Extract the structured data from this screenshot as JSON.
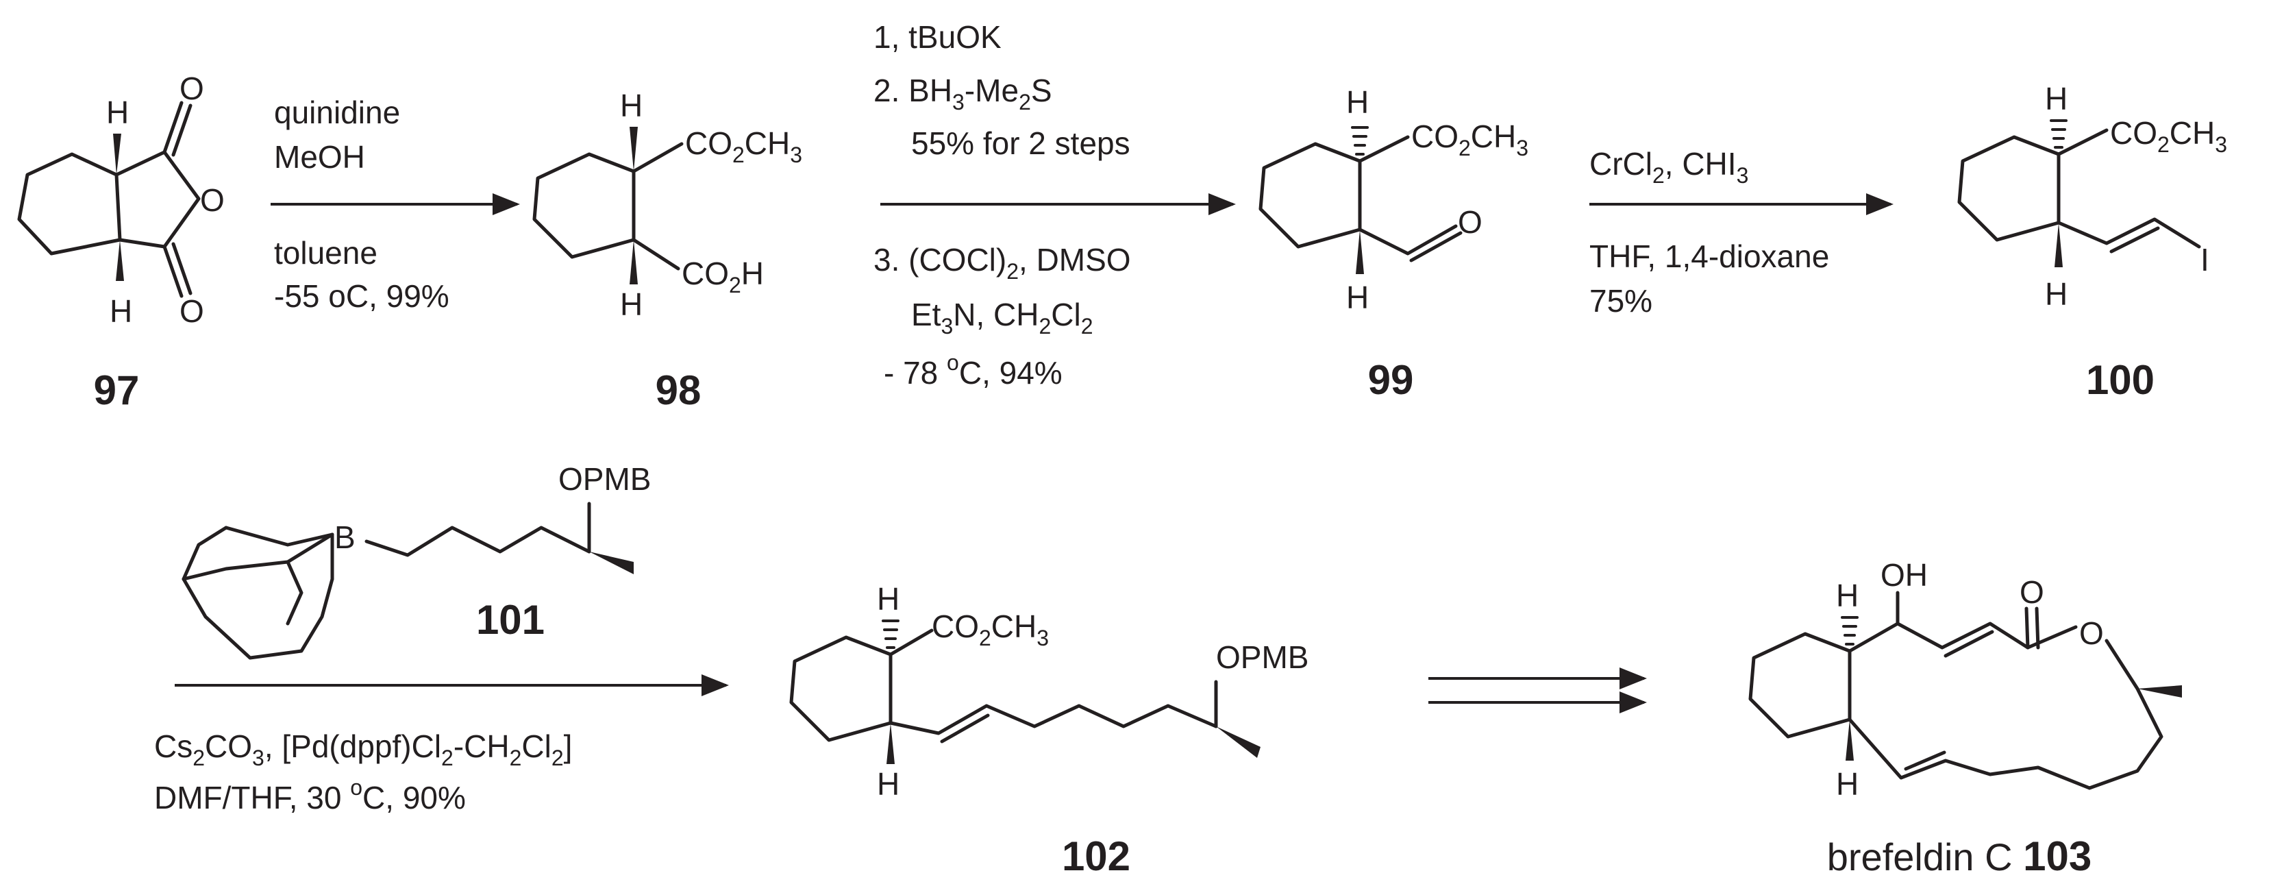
{
  "compounds": {
    "c97": {
      "label": "97",
      "atoms": {
        "h_top": "H",
        "h_bot": "H",
        "o_top": "O",
        "o_ring": "O",
        "o_bot": "O"
      }
    },
    "c98": {
      "label": "98",
      "atoms": {
        "h_top": "H",
        "h_bot": "H",
        "ester": "CO",
        "ester_sub": "2",
        "ester_end": "CH",
        "ester_sub2": "3",
        "acid": "CO",
        "acid_sub": "2",
        "acid_end": "H"
      }
    },
    "c99": {
      "label": "99",
      "atoms": {
        "h_top": "H",
        "h_bot": "H",
        "ester": "CO",
        "ester_sub": "2",
        "ester_end": "CH",
        "ester_sub2": "3",
        "o_ald": "O"
      }
    },
    "c100": {
      "label": "100",
      "atoms": {
        "h_top": "H",
        "h_bot": "H",
        "ester": "CO",
        "ester_sub": "2",
        "ester_end": "CH",
        "ester_sub2": "3",
        "iodo": "I"
      }
    },
    "c101": {
      "label": "101",
      "atoms": {
        "boron": "B",
        "opmb": "OPMB"
      }
    },
    "c102": {
      "label": "102",
      "atoms": {
        "h_top": "H",
        "h_bot": "H",
        "ester": "CO",
        "ester_sub": "2",
        "ester_end": "CH",
        "ester_sub2": "3",
        "opmb": "OPMB"
      }
    },
    "c103": {
      "label": "103",
      "name_prefix": "brefeldin C ",
      "atoms": {
        "h_top": "H",
        "h_bot": "H",
        "oh": "OH",
        "o_carbonyl": "O",
        "o_ring": "O"
      }
    }
  },
  "step1": {
    "line1": "quinidine",
    "line2": "MeOH",
    "line3": "toluene",
    "line4": "-55 oC, 99%"
  },
  "step2": {
    "line1": "1, tBuOK",
    "line2_a": "2. BH",
    "line2_sub1": "3",
    "line2_b": "-Me",
    "line2_sub2": "2",
    "line2_c": "S",
    "line3": "55% for 2 steps",
    "line4_a": "3. (COCl)",
    "line4_sub": "2",
    "line4_b": ", DMSO",
    "line5_a": "Et",
    "line5_sub1": "3",
    "line5_b": "N, CH",
    "line5_sub2": "2",
    "line5_c": "Cl",
    "line5_sub3": "2",
    "line6_a": "- 78 ",
    "line6_sup": "o",
    "line6_b": "C, 94%"
  },
  "step3": {
    "line1_a": "CrCl",
    "line1_sub1": "2",
    "line1_b": ", CHI",
    "line1_sub2": "3",
    "line2": "THF, 1,4-dioxane",
    "line3": "75%"
  },
  "step4": {
    "line1_a": "Cs",
    "line1_sub1": "2",
    "line1_b": "CO",
    "line1_sub2": "3",
    "line1_c": ", [Pd(dppf)Cl",
    "line1_sub3": "2",
    "line1_d": "-CH",
    "line1_sub4": "2",
    "line1_e": "Cl",
    "line1_sub5": "2",
    "line1_f": "]",
    "line2_a": "DMF/THF, 30 ",
    "line2_sup": "o",
    "line2_b": "C, 90%"
  }
}
